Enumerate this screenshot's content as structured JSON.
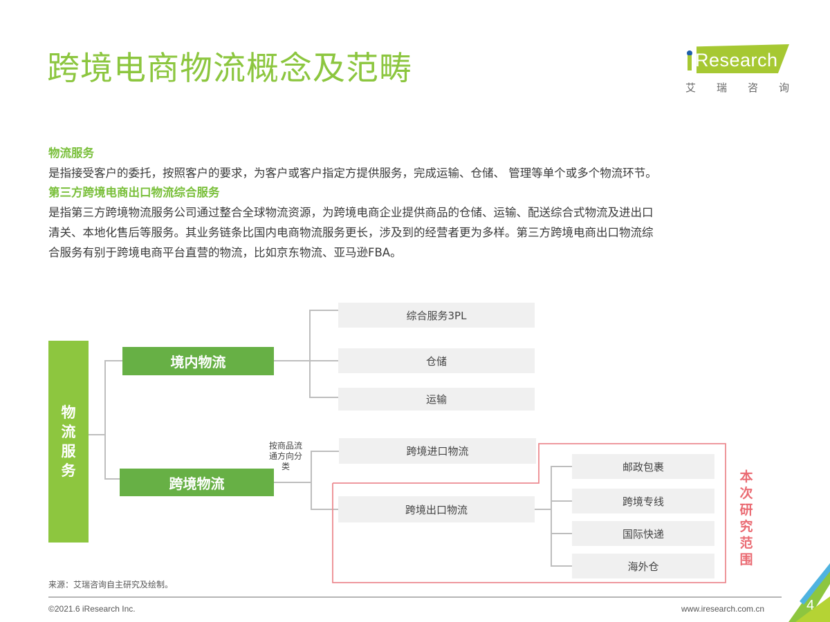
{
  "title": "跨境电商物流概念及范畴",
  "logo": {
    "brand": "iResearch",
    "brand_rest": "Research",
    "cn_chars": [
      "艾",
      "瑞",
      "咨",
      "询"
    ],
    "colors": {
      "band": "#a6c832",
      "dot": "#1f5fa8"
    }
  },
  "definitions": [
    {
      "heading": "物流服务",
      "lines": [
        "是指接受客户的委托，按照客户的要求，为客户或客户指定方提供服务，完成运输、仓储、 管理等单个或多个物流环节。"
      ]
    },
    {
      "heading": "第三方跨境电商出口物流综合服务",
      "lines": [
        "是指第三方跨境物流服务公司通过整合全球物流资源，为跨境电商企业提供商品的仓储、运输、配送综合式物流及进出口",
        "清关、本地化售后等服务。其业务链条比国内电商物流服务更长，涉及到的经营者更为多样。第三方跨境电商出口物流综",
        "合服务有别于跨境电商平台直营的物流，比如京东物流、亚马逊FBA。"
      ]
    }
  ],
  "diagram": {
    "root": "物流服务",
    "domestic": {
      "label": "境内物流",
      "children": [
        "综合服务3PL",
        "仓储",
        "运输"
      ]
    },
    "crossborder": {
      "label": "跨境物流",
      "note": "按商品流通方向分类",
      "note_lines": [
        "按商品流",
        "通方向分",
        "类"
      ],
      "children": [
        {
          "label": "跨境进口物流"
        },
        {
          "label": "跨境出口物流",
          "children": [
            "邮政包裹",
            "跨境专线",
            "国际快递",
            "海外仓"
          ]
        }
      ]
    },
    "scope_label": "本次研究范围",
    "colors": {
      "root": "#8dc63f",
      "branch": "#67b045",
      "leaf": "#f0f0f0",
      "scope": "#ea6b73"
    }
  },
  "footer": {
    "source": "来源：艾瑞咨询自主研究及绘制。",
    "copyright": "©2021.6 iResearch Inc.",
    "url": "www.iresearch.com.cn",
    "page_number": "4"
  }
}
